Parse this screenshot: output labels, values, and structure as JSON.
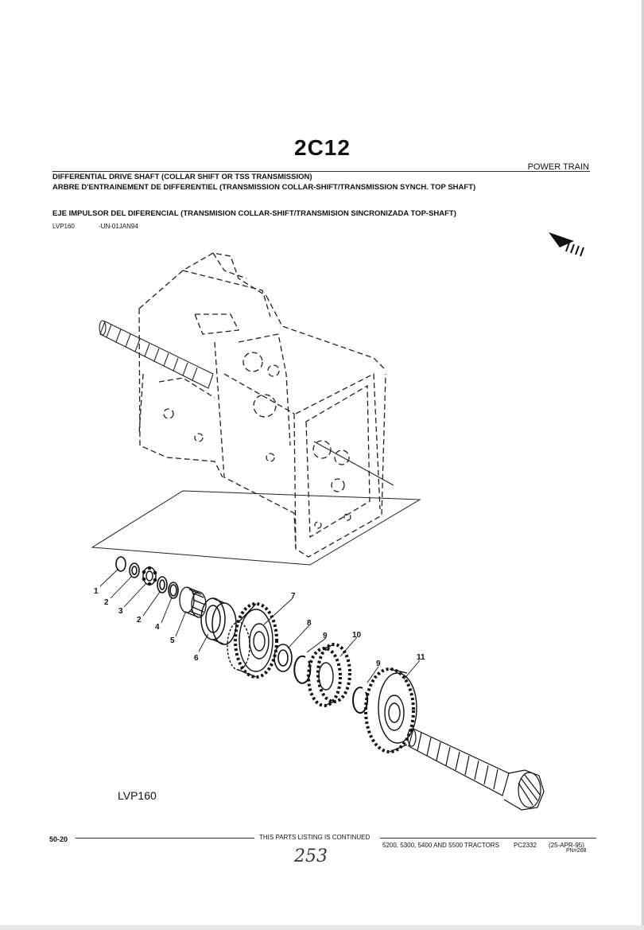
{
  "header": {
    "page_code": "2C12",
    "section": "POWER TRAIN",
    "title_en": "DIFFERENTIAL DRIVE SHAFT (COLLAR SHIFT OR TSS TRANSMISSION)",
    "title_fr": "ARBRE D'ENTRAINEMENT DE DIFFERENTIEL (TRANSMISSION COLLAR-SHIFT/TRANSMISSION SYNCH. TOP SHAFT)",
    "title_es": "EJE IMPULSOR DEL DIFERENCIAL (TRANSMISION COLLAR-SHIFT/TRANSMISION SINCRONIZADA TOP-SHAFT)",
    "ref_code": "LVP160",
    "ref_date": "-UN-01JAN94"
  },
  "diagram": {
    "figure_label": "LVP160",
    "callouts": [
      "1",
      "2",
      "3",
      "2",
      "4",
      "5",
      "6",
      "7",
      "8",
      "9",
      "10",
      "9",
      "11"
    ]
  },
  "footer": {
    "page_number": "50-20",
    "continued": "THIS PARTS LISTING IS CONTINUED",
    "models": "5200, 5300, 5400 AND 5500 TRACTORS",
    "catalog": "PC2332",
    "date": "(25-APR-95)",
    "pn": "PN=268",
    "handwritten": "253"
  }
}
